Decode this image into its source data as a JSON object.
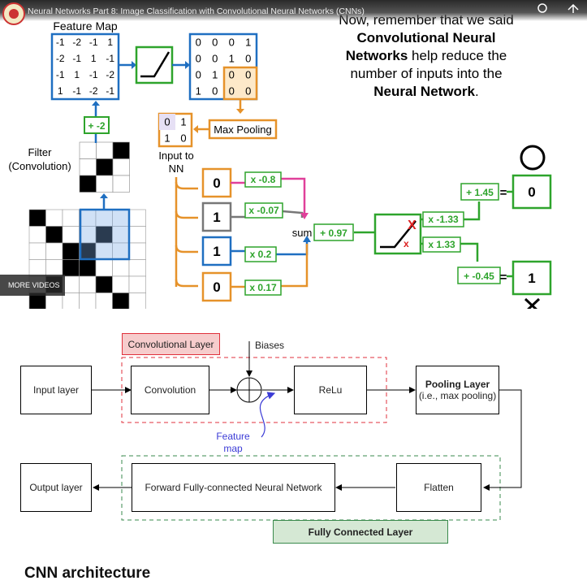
{
  "video": {
    "title": "Neural Networks Part 8: Image Classification with Convolutional Neural Networks (CNNs)",
    "more_videos": "MORE VIDEOS",
    "feature_map_label": "Feature Map",
    "feature_map": [
      [
        "-1",
        "-2",
        "-1",
        "1"
      ],
      [
        "-2",
        "-1",
        "1",
        "-1"
      ],
      [
        "-1",
        "1",
        "-1",
        "-2"
      ],
      [
        "1",
        "-1",
        "-2",
        "-1"
      ]
    ],
    "pooled_map": [
      [
        "0",
        "0",
        "0",
        "1"
      ],
      [
        "0",
        "0",
        "1",
        "0"
      ],
      [
        "0",
        "1",
        "0",
        "0"
      ],
      [
        "1",
        "0",
        "0",
        "0"
      ]
    ],
    "bias": "+ -2",
    "filter_label_1": "Filter",
    "filter_label_2": "(Convolution)",
    "max_pool_label": "Max Pooling",
    "max_pool_values": [
      [
        "0",
        "1"
      ],
      [
        "1",
        "0"
      ]
    ],
    "input_nn_label_1": "Input to",
    "input_nn_label_2": "NN",
    "inputs": [
      "0",
      "1",
      "1",
      "0"
    ],
    "weights": [
      "x -0.8",
      "x -0.07",
      "x 0.2",
      "x 0.17"
    ],
    "sum_label": "sum",
    "sum_bias": "+ 0.97",
    "out_weights": [
      "x -1.33",
      "x 1.33"
    ],
    "out_biases": [
      "+ 1.45",
      "+ -0.45"
    ],
    "outputs": [
      "0",
      "1"
    ],
    "equals": "=",
    "narration": [
      "Now, remember that we said",
      "Convolutional Neural",
      "Networks",
      "help reduce the",
      "number of inputs into the",
      "Neural Network",
      "."
    ],
    "colors": {
      "blue": "#1f6fc1",
      "green": "#2ea42c",
      "orange": "#e6922a",
      "pink": "#e0409a",
      "gray": "#777777"
    }
  },
  "diagram": {
    "conv_layer_label": "Convolutional Layer",
    "biases_label": "Biases",
    "input_layer": "Input layer",
    "convolution": "Convolution",
    "relu": "ReLu",
    "pooling_line1": "Pooling Layer",
    "pooling_line2": "(i.e., max pooling)",
    "feature_map_line1": "Feature",
    "feature_map_line2": "map",
    "output_layer": "Output layer",
    "forward_fc": "Forward Fully-connected Neural Network",
    "flatten": "Flatten",
    "fc_layer_label": "Fully Connected Layer",
    "caption": "CNN architecture",
    "colors": {
      "conv_border": "#e0313c",
      "conv_fill": "#f6cccc",
      "fc_border": "#3a8a4c",
      "fc_fill": "#d5e8d4",
      "feature_map_text": "#3b3bd6"
    }
  }
}
